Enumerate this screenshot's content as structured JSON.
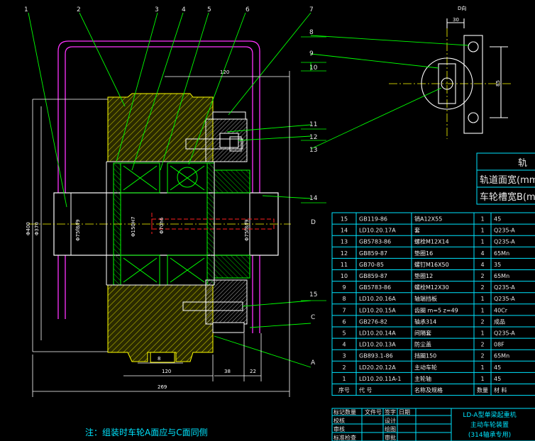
{
  "callouts": [
    "1",
    "2",
    "3",
    "4",
    "5",
    "6",
    "7",
    "8",
    "9",
    "10",
    "11",
    "12",
    "13",
    "14",
    "15"
  ],
  "side_labels": {
    "D": "D",
    "C": "C",
    "A": "A"
  },
  "view_label": "D向",
  "dims": {
    "d30": "30",
    "d85": "85",
    "d120_top": "120",
    "d120_bot": "120",
    "d269": "269",
    "d38": "38",
    "d22": "22",
    "d8": "8",
    "phi400": "Φ400",
    "phi370": "Φ370",
    "phi75a": "Φ75f8/f9",
    "phi150": "Φ150H7",
    "phi70": "Φ70h6",
    "phi75b": "Φ75f8/f9"
  },
  "spec_table": {
    "title": "轨",
    "rows": [
      "轨道面宽(mm",
      "车轮槽宽B(m"
    ]
  },
  "bom": {
    "rows": [
      {
        "no": "15",
        "code": "GB119-86",
        "name": "销A12X55",
        "qty": "1",
        "mat": "45"
      },
      {
        "no": "14",
        "code": "LD10.20.17A",
        "name": "套",
        "qty": "1",
        "mat": "Q235-A"
      },
      {
        "no": "13",
        "code": "GB5783-86",
        "name": "螺栓M12X14",
        "qty": "1",
        "mat": "Q235-A"
      },
      {
        "no": "12",
        "code": "GB859-87",
        "name": "垫圈16",
        "qty": "4",
        "mat": "65Mn"
      },
      {
        "no": "11",
        "code": "GB70-85",
        "name": "螺钉M16X50",
        "qty": "4",
        "mat": "35"
      },
      {
        "no": "10",
        "code": "GB859-87",
        "name": "垫圈12",
        "qty": "2",
        "mat": "65Mn"
      },
      {
        "no": "9",
        "code": "GB5783-86",
        "name": "螺栓M12X30",
        "qty": "2",
        "mat": "Q235-A"
      },
      {
        "no": "8",
        "code": "LD10.20.16A",
        "name": "轴端挡板",
        "qty": "1",
        "mat": "Q235-A"
      },
      {
        "no": "7",
        "code": "LD10.20.15A",
        "name": "齿圈 m=5 z=49",
        "qty": "1",
        "mat": "40Cr"
      },
      {
        "no": "6",
        "code": "GB276-82",
        "name": "轴承314",
        "qty": "2",
        "mat": "成品"
      },
      {
        "no": "5",
        "code": "LD10.20.14A",
        "name": "间隔套",
        "qty": "1",
        "mat": "Q235-A"
      },
      {
        "no": "4",
        "code": "LD10.20.13A",
        "name": "防尘盖",
        "qty": "2",
        "mat": "08F"
      },
      {
        "no": "3",
        "code": "GB893.1-86",
        "name": "挡圈150",
        "qty": "2",
        "mat": "65Mn"
      },
      {
        "no": "2",
        "code": "LD20.20.12A",
        "name": "主动车轮",
        "qty": "1",
        "mat": "45"
      },
      {
        "no": "1",
        "code": "LD10.20.11A-1",
        "name": "主轮轴",
        "qty": "1",
        "mat": "45"
      }
    ],
    "header": {
      "no": "序号",
      "code": "代  号",
      "name": "名称及规格",
      "qty": "数量",
      "mat": "材   料"
    }
  },
  "title_block": {
    "left_rows": [
      [
        "标记数量",
        "文件号",
        "签字",
        "日期"
      ],
      [
        "校核",
        "",
        "设计",
        ""
      ],
      [
        "审核",
        "",
        "绘图",
        ""
      ],
      [
        "标准检查",
        "",
        "审批",
        ""
      ]
    ],
    "title_lines": [
      "LD-A型单梁起重机",
      "主动车轮装置",
      "(314轴承专用)"
    ]
  },
  "note": "注：组装时车轮A面应与C面同侧",
  "colors": {
    "cyan": "#00e5ff",
    "green": "#00ff00",
    "magenta": "#ff33ff",
    "red": "#ff2020",
    "yellow": "#ffff00",
    "white": "#ffffff"
  }
}
